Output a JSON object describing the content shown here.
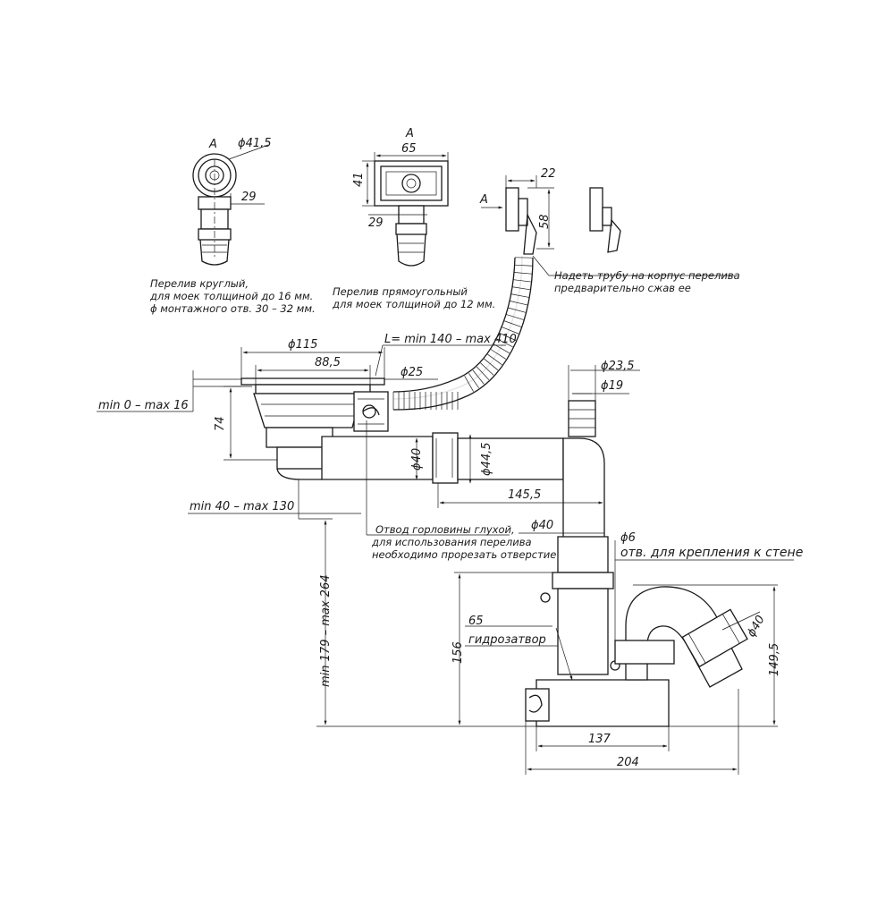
{
  "views": {
    "round": {
      "mark": "А",
      "dia": "ϕ41,5",
      "dim29": "29",
      "caption": [
        "Перелив круглый,",
        "для моек толщиной до 16 мм.",
        "ϕ монтажного отв. 30 – 32 мм."
      ]
    },
    "rect": {
      "mark": "А",
      "width": "65",
      "height": "41",
      "dim29": "29",
      "caption": [
        "Перелив прямоугольный",
        "для моек толщиной до 12 мм."
      ]
    },
    "side": {
      "mark": "А",
      "dim22": "22",
      "dim58": "58",
      "note": [
        "Надеть трубу на корпус перелива",
        "предварительно сжав ее"
      ]
    }
  },
  "main": {
    "hose_len": "L= min 140 – max 410",
    "d115": "ϕ115",
    "d88": "88,5",
    "d25": "ϕ25",
    "d235": "ϕ23,5",
    "d19": "ϕ19",
    "thickness": "min 0 – max 16",
    "h74": "74",
    "d40a": "ϕ40",
    "d445": "ϕ44,5",
    "w1455": "145,5",
    "offset": "min 40 – max 130",
    "branch_note": [
      "Отвод горловины глухой,",
      "для использования перелива",
      "необходимо прорезать отверстие"
    ],
    "d40b": "ϕ40",
    "d6": "ϕ6",
    "wall_hole": "отв. для крепления к стене",
    "d40c": "ϕ40",
    "n65": "65",
    "trap": "гидрозатвор",
    "h264": "min 179 – max 264",
    "h156": "156",
    "h1495": "149,5",
    "w137": "137",
    "w204": "204"
  }
}
